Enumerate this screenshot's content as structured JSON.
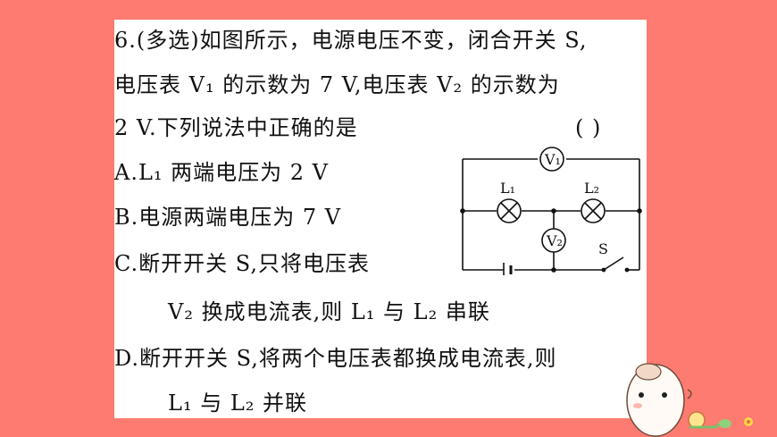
{
  "question": {
    "number": "6.",
    "tag": "(多选)",
    "stem_line1": "如图所示，电源电压不变，闭合开关 S,",
    "stem_line2": "电压表 V₁ 的示数为 7 V,电压表 V₂ 的示数为",
    "stem_line3": "2 V.下列说法中正确的是",
    "answer_brackets": "(     )"
  },
  "options": {
    "A": "A.L₁ 两端电压为 2 V",
    "B": "B.电源两端电压为 7 V",
    "C_line1": "C.断开开关 S,只将电压表",
    "C_line2": "V₂ 换成电流表,则 L₁ 与 L₂ 串联",
    "D_line1": "D.断开开关 S,将两个电压表都换成电流表,则",
    "D_line2": "L₁ 与 L₂ 并联"
  },
  "circuit_labels": {
    "V1": "V₁",
    "V2": "V₂",
    "L1": "L₁",
    "L2": "L₂",
    "S": "S"
  },
  "colors": {
    "background": "#fd7b70",
    "card": "#ffffff",
    "text": "#111111"
  }
}
